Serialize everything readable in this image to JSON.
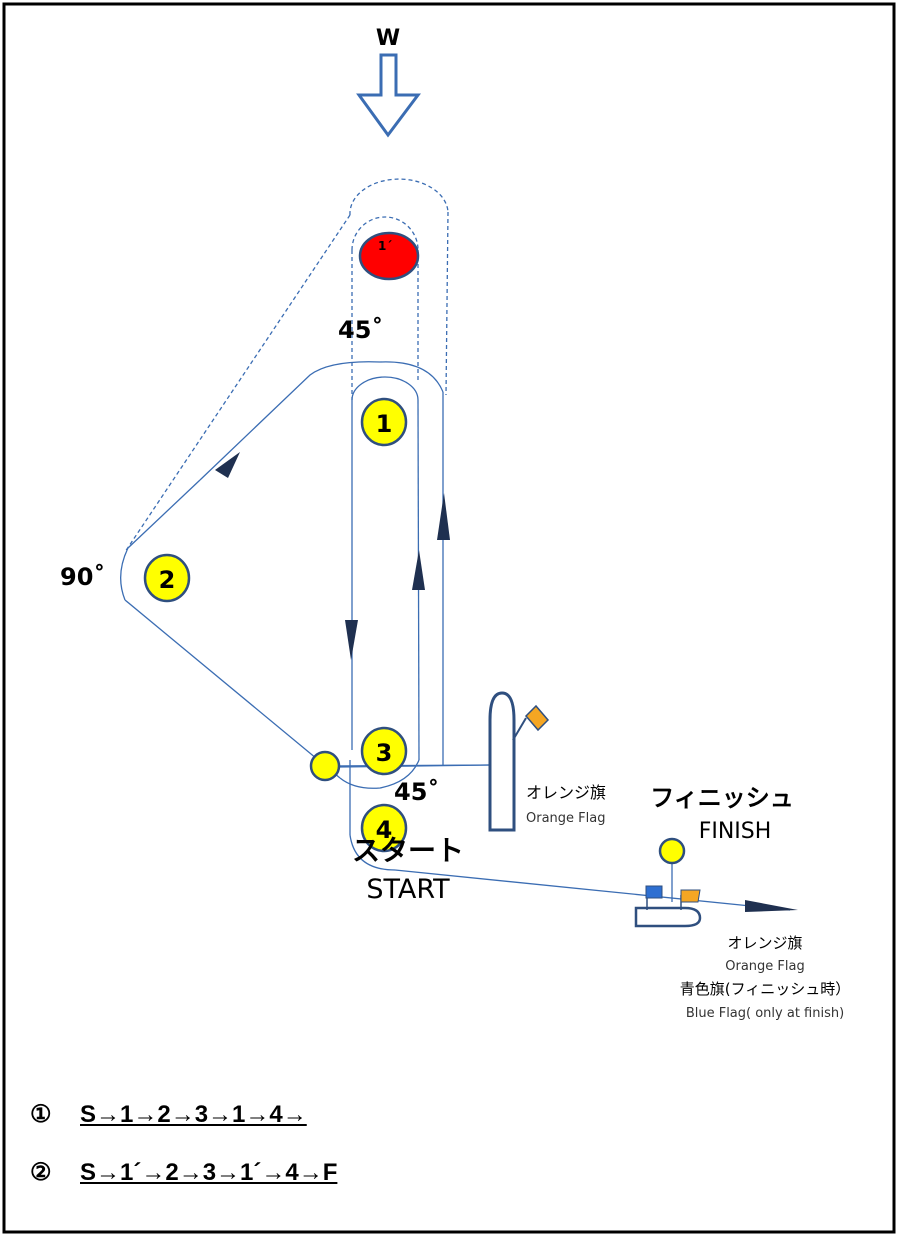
{
  "wind": {
    "label": "W"
  },
  "marks": [
    {
      "id": "m1p",
      "label": "1´",
      "color": "#ff0000"
    },
    {
      "id": "m1",
      "label": "1",
      "color": "#ffff00"
    },
    {
      "id": "m2",
      "label": "2",
      "color": "#ffff00"
    },
    {
      "id": "m3",
      "label": "3",
      "color": "#ffff00"
    },
    {
      "id": "m4",
      "label": "4",
      "color": "#ffff00"
    }
  ],
  "angles": {
    "top": "45˚",
    "left": "90˚",
    "bottom": "45˚"
  },
  "finish": {
    "title_jp": "フィニッシュ",
    "title_en": "FINISH",
    "flag_jp": "オレンジ旗",
    "flag_en": "Orange Flag",
    "blue_jp": "青色旗(フィニッシュ時）",
    "blue_en": "Blue Flag( only  at finish)"
  },
  "start": {
    "title_jp": "スタート",
    "title_en": "START",
    "flag_jp": "オレンジ旗",
    "flag_en": "Orange Flag"
  },
  "routes": [
    {
      "num": "①",
      "seq": "S→1→2→3→1→4→"
    },
    {
      "num": "②",
      "seq": "S→1´→2→3→1´→4→F"
    }
  ],
  "colors": {
    "line": "#3b6db3",
    "boat": "#2f4f7f",
    "arrow": "#1f3050",
    "mark": "#ffff00",
    "offset_mark": "#ff0000",
    "flag_orange": "#f5a623",
    "flag_blue": "#2e6fd1"
  }
}
